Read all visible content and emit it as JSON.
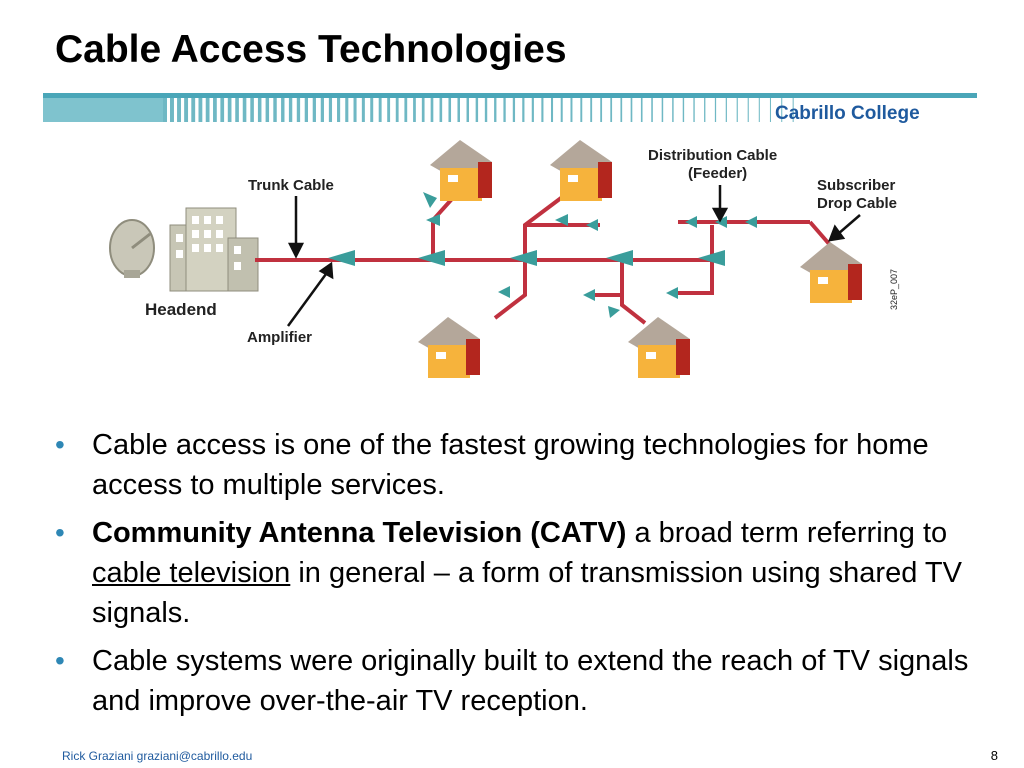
{
  "slide": {
    "title": "Cable Access Technologies",
    "brand": "Cabrillo College",
    "footer": "Rick Graziani  graziani@cabrillo.edu",
    "page_number": "8"
  },
  "diagram": {
    "labels": {
      "headend": "Headend",
      "trunk": "Trunk Cable",
      "amplifier": "Amplifier",
      "distribution_line1": "Distribution Cable",
      "distribution_line2": "(Feeder)",
      "subscriber_line1": "Subscriber",
      "subscriber_line2": "Drop Cable",
      "figure_code": "32eP_007"
    },
    "colors": {
      "cable": "#c0313f",
      "amplifier": "#3a9d9b",
      "house": "#f6b33c",
      "roof": "#b4a79a"
    }
  },
  "bullets": [
    {
      "text": "Cable access is one of the fastest growing technologies for home access to multiple services."
    },
    {
      "bold": "Community Antenna Television (CATV)",
      "text_a": " a broad term referring to ",
      "link": "cable television",
      "text_b": " in general – a form of transmission using shared TV signals."
    },
    {
      "text": "Cable systems were originally built to extend the reach of TV signals and improve over-the-air TV reception."
    }
  ]
}
